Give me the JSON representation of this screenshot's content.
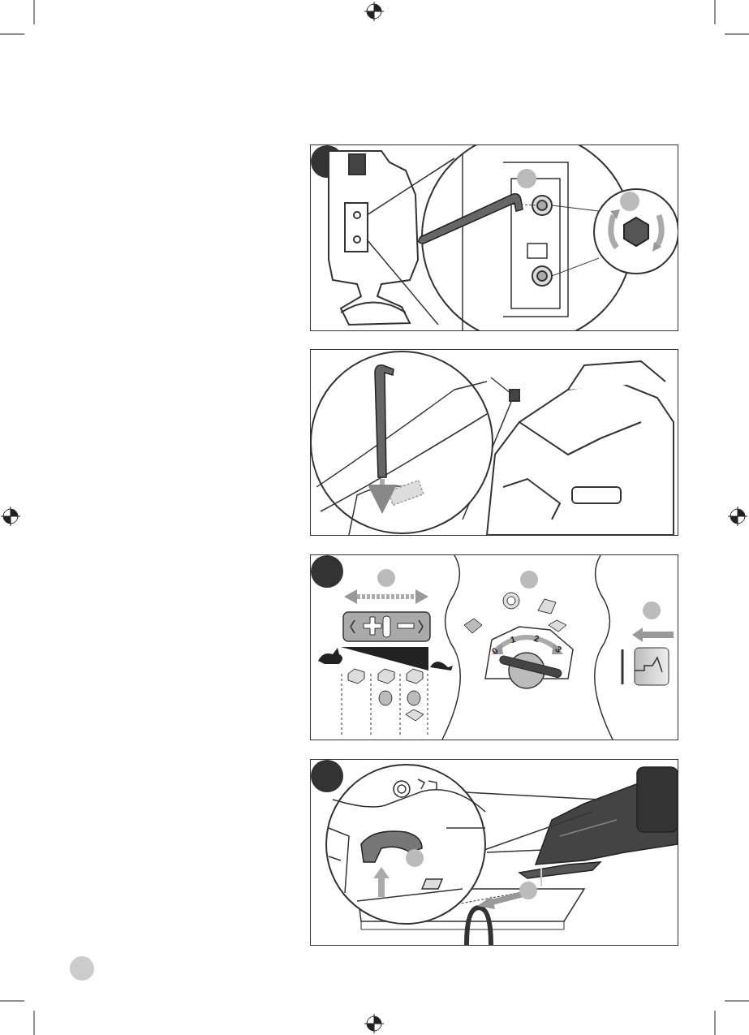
{
  "diagram": {
    "labels": [
      "0",
      "1",
      "2",
      "3"
    ]
  }
}
